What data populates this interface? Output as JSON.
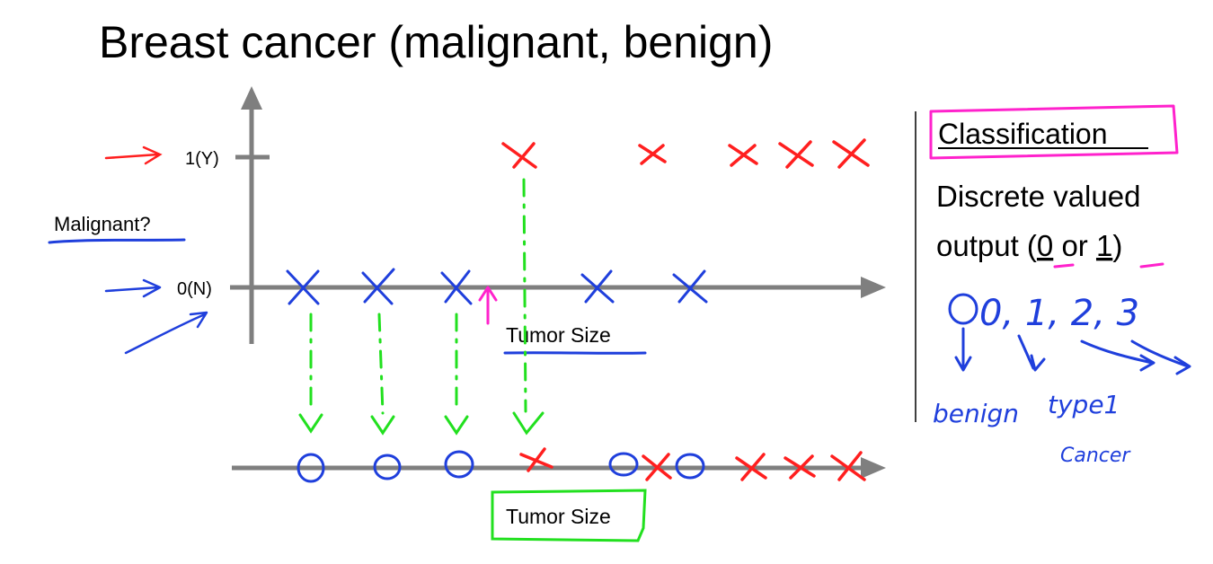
{
  "slide": {
    "title": "Breast cancer (malignant, benign)"
  },
  "top_plot": {
    "y_tick_high": "1(Y)",
    "y_tick_low": "0(N)",
    "y_label": "Malignant?",
    "x_label": "Tumor Size"
  },
  "bottom_plot": {
    "x_label": "Tumor Size"
  },
  "side_panel": {
    "heading": "Classification",
    "line1": "Discrete valued",
    "line2_prefix": "output (",
    "line2_zero": "0",
    "line2_or": " or ",
    "line2_one": "1",
    "line2_suffix": ")"
  },
  "handwriting": {
    "digits": "0, 1, 2, 3",
    "benign": "benign",
    "type1": "type1",
    "cancer": "Cancer"
  },
  "colors": {
    "malignant_mark": "#ff1f1f",
    "benign_mark": "#1f3fdc",
    "projection": "#22e01f",
    "highlight": "#ff22cc",
    "axis": "#7f7f7f"
  }
}
